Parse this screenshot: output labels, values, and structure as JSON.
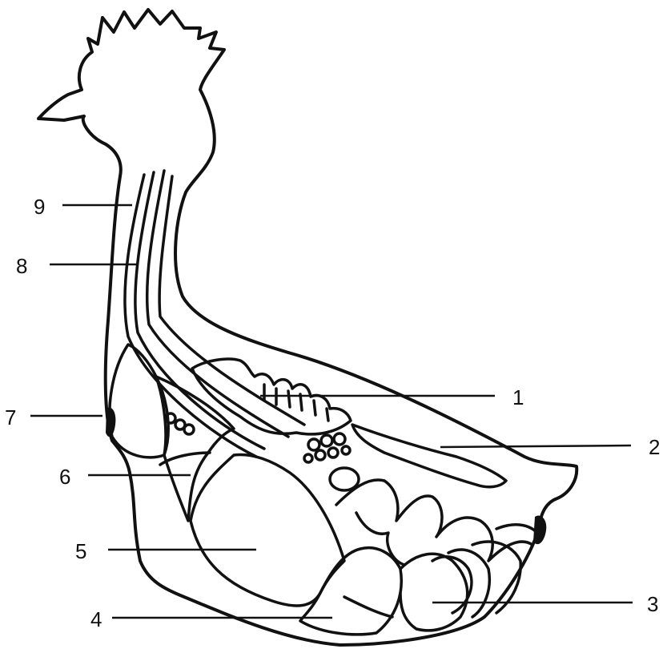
{
  "labels": [
    {
      "id": "1",
      "text": "1"
    },
    {
      "id": "2",
      "text": "2"
    },
    {
      "id": "3",
      "text": "3"
    },
    {
      "id": "4",
      "text": "4"
    },
    {
      "id": "5",
      "text": "5"
    },
    {
      "id": "6",
      "text": "6"
    },
    {
      "id": "7",
      "text": "7"
    },
    {
      "id": "8",
      "text": "8"
    },
    {
      "id": "9",
      "text": "9"
    }
  ],
  "colors": {
    "line": "#111111",
    "background": "#ffffff"
  }
}
